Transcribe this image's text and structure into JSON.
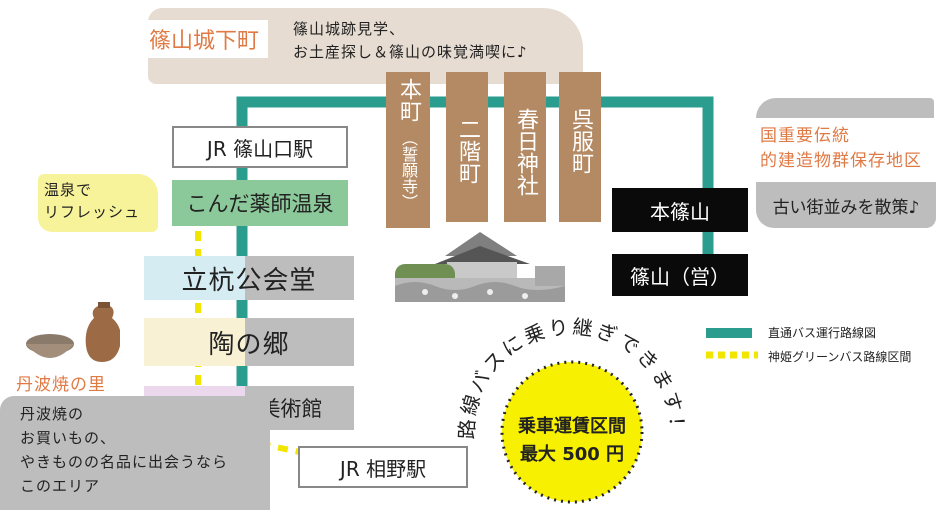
{
  "area_castle": {
    "title": "篠山城下町",
    "description_lines": [
      "篠山城跡見学、",
      "お土産探し＆篠山の味覚満喫に♪"
    ]
  },
  "vertical_stops": [
    {
      "main": "本町",
      "sub": "（誓願寺）"
    },
    {
      "main": "二階町",
      "sub": ""
    },
    {
      "main": "春日神社",
      "sub": ""
    },
    {
      "main": "呉服町",
      "sub": ""
    }
  ],
  "left_stops": {
    "jr_sasayama": "JR 篠山口駅",
    "konda": "こんだ薬師温泉",
    "tachikui": "立杭公会堂",
    "suenosato": "陶の郷",
    "museum": "兵庫陶芸美術館",
    "jr_aino": "JR 相野駅"
  },
  "right_stops": {
    "hon_sasayama": "本篠山",
    "sasayama_ei": "篠山（営）"
  },
  "onsen_note": [
    "温泉で",
    "リフレッシュ"
  ],
  "heritage": {
    "title_lines": [
      "国重要伝統",
      "的建造物群保存地区"
    ],
    "note": "古い街並みを散策♪"
  },
  "tamba": {
    "title": "丹波焼の里",
    "description_lines": [
      "丹波焼の",
      "お買いもの、",
      "やきものの名品に出会うなら",
      "このエリア"
    ]
  },
  "transfer": {
    "arc_text": "路線バスに乗り継ぎできます！",
    "line1": "乗車運賃区間",
    "line2": "最大 500 円"
  },
  "legend": {
    "items": [
      {
        "label": "直通バス運行路線図",
        "color": "#2a9d8f",
        "style": "solid"
      },
      {
        "label": "神姫グリーンバス路線区間",
        "color": "#f2e600",
        "style": "dashed"
      }
    ]
  },
  "colors": {
    "route": "#2a9d8f",
    "dashed": "#f2e600",
    "brown": "#b38a63",
    "orange": "#e07a45",
    "konda_green": "#8cc99a",
    "tachikui_blue": "#d6ecf3",
    "suenosato_cream": "#f8f1d4",
    "museum_pink": "#ecd8ec",
    "grey": "#bdbdbd",
    "beige": "#e6dcd2",
    "yellow": "#f7f39a"
  }
}
